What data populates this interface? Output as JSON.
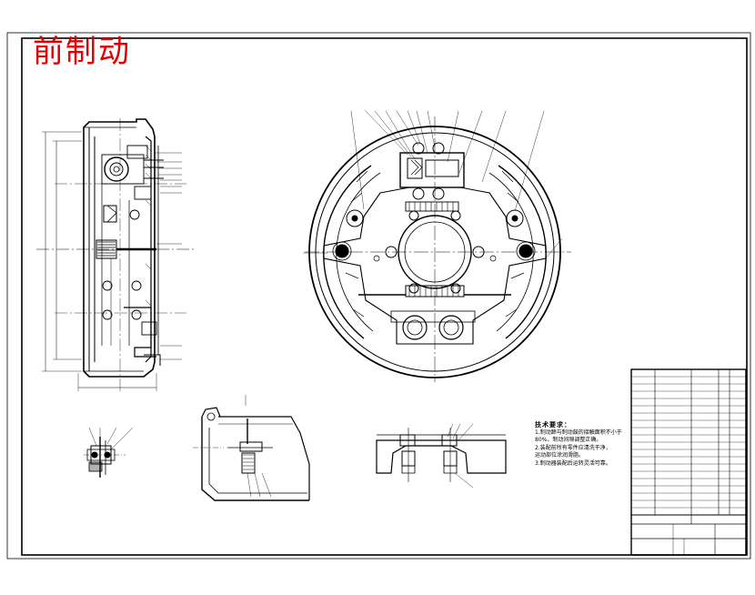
{
  "stamp": {
    "text": "前制动",
    "color": "#e00000"
  },
  "technical_requirements": {
    "title": "技术要求：",
    "items": [
      "1.制动蹄与制动鼓的接触面积不小于",
      "  80%，制动间隙调整正确。",
      "2.装配前所有零件应清洗干净，",
      "  运动部位涂润滑脂。",
      "3.制动器装配后运转灵活可靠。"
    ]
  },
  "colors": {
    "line": "#000000",
    "stamp": "#e00000",
    "background": "#ffffff"
  }
}
